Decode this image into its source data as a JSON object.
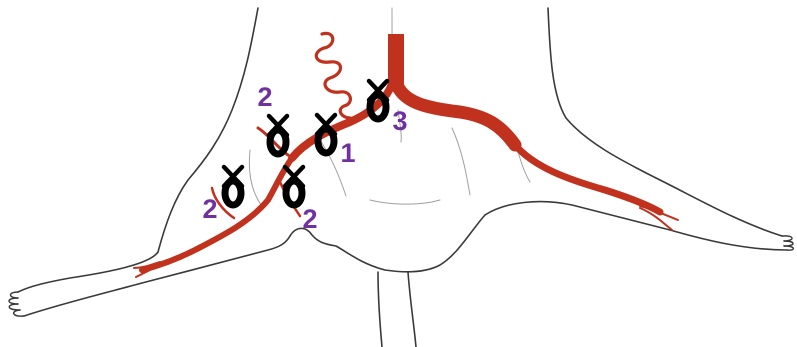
{
  "colors": {
    "outline": "#3a3a3a",
    "faint_line": "#9a9a9a",
    "artery": "#c0321e",
    "ligature": "#000000",
    "label": "#7030a0"
  },
  "ligatures": [
    {
      "number": "1",
      "icon": "ligature-clip-icon"
    },
    {
      "number": "2",
      "icon": "ligature-clip-icon"
    },
    {
      "number": "2",
      "icon": "ligature-clip-icon"
    },
    {
      "number": "2",
      "icon": "ligature-clip-icon"
    },
    {
      "number": "3",
      "icon": "ligature-clip-icon"
    }
  ]
}
